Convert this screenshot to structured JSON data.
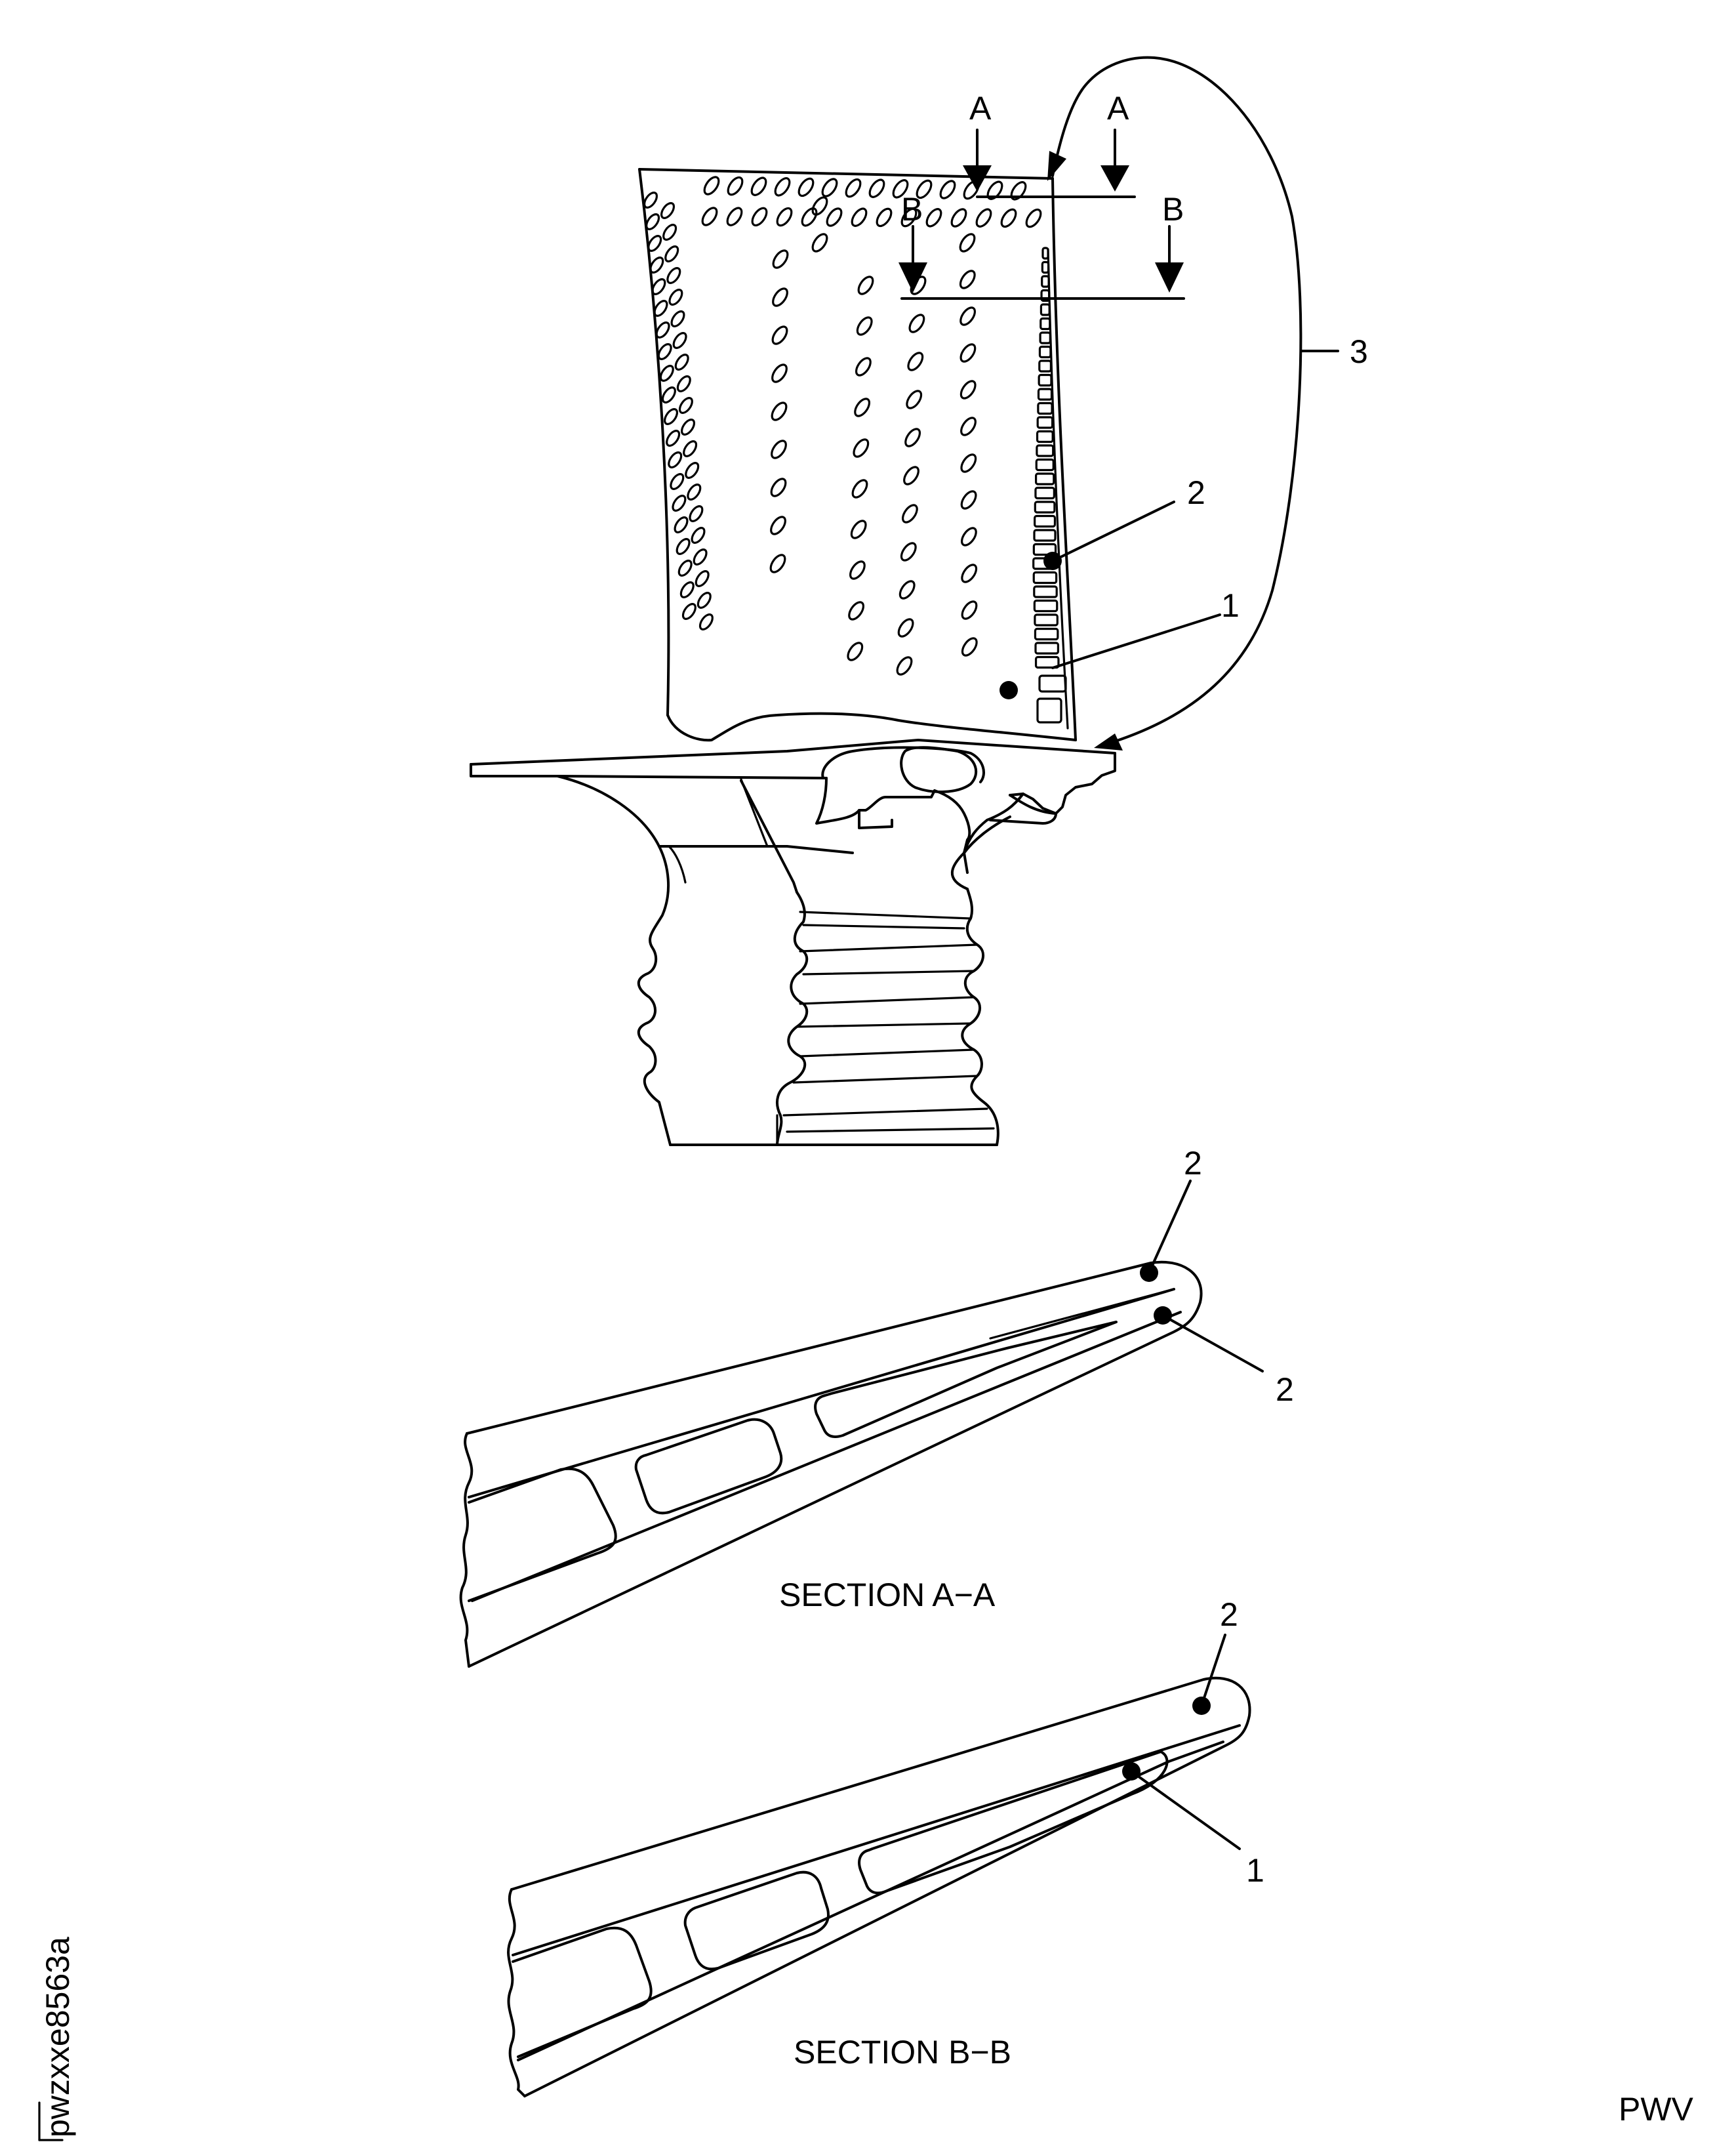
{
  "cut_marks": {
    "a_left": "A",
    "a_right": "A",
    "b_left": "B",
    "b_right": "B"
  },
  "callouts": {
    "one": "1",
    "two": "2",
    "three": "3",
    "sec_a_top": "2",
    "sec_a_bottom": "2",
    "sec_b_top": "2",
    "sec_b_bottom": "1"
  },
  "captions": {
    "section_a": "SECTION A−A",
    "section_b": "SECTION B−B"
  },
  "figure_id": "pwzxxe8563a",
  "publisher_mark": "PWV"
}
